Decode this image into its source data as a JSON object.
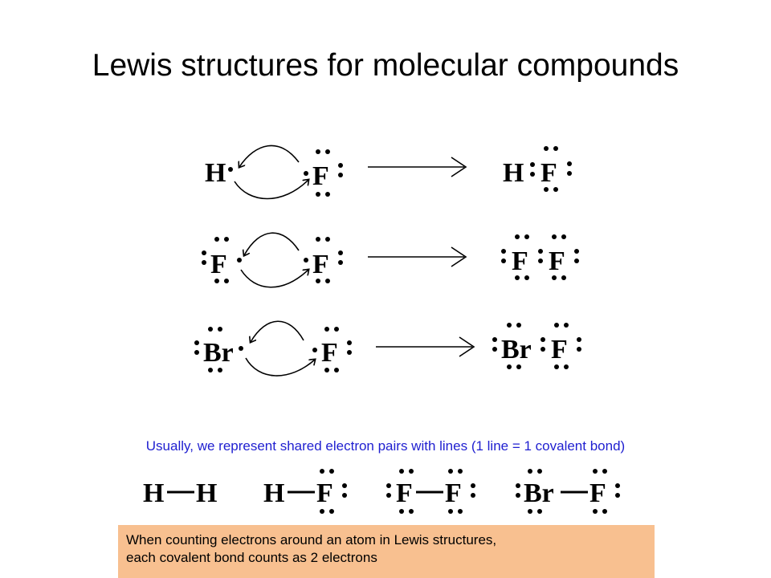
{
  "title": "Lewis structures for molecular compounds",
  "reactions": [
    {
      "left": [
        "H",
        "F"
      ],
      "right": [
        "H",
        "F"
      ]
    },
    {
      "left": [
        "F",
        "F"
      ],
      "right": [
        "F",
        "F"
      ]
    },
    {
      "left": [
        "Br",
        "F"
      ],
      "right": [
        "Br",
        "F"
      ]
    }
  ],
  "usual_text": "Usually, we represent shared electron pairs with lines (1 line = 1 covalent bond)",
  "bond_structures": [
    [
      "H",
      "H"
    ],
    [
      "H",
      "F"
    ],
    [
      "F",
      "F"
    ],
    [
      "Br",
      "F"
    ]
  ],
  "note": {
    "line1": "When counting electrons around an atom in Lewis structures,",
    "line2": "each covalent bond counts as 2 electrons"
  },
  "colors": {
    "usual_text": "#1f1fd0",
    "note_background": "#f8c090"
  }
}
